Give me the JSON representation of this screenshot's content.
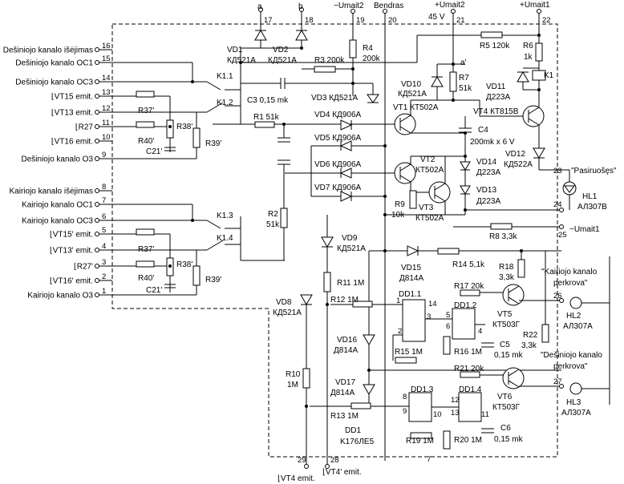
{
  "top_terminals": {
    "a": "a",
    "b": "b",
    "umait2_neg": "−Umait2",
    "bendras": "Bendras",
    "umait2_pos": "+Umait2",
    "umait1_pos": "+Umait1",
    "v45": "45 V",
    "n17": "17",
    "n18": "18",
    "n19": "19",
    "n20": "20",
    "n21": "21",
    "n22": "22"
  },
  "left_terminals": [
    {
      "num": "16",
      "label": "Dešiniojo kanalo išėjimas"
    },
    {
      "num": "15",
      "label": "Dešiniojo kanalo OC1"
    },
    {
      "num": "14",
      "label": "Dešiniojo kanalo OC3"
    },
    {
      "num": "13",
      "label": "⌊VT15 emit."
    },
    {
      "num": "12",
      "label": "⌊VT13 emit."
    },
    {
      "num": "11",
      "label": "⌊R27"
    },
    {
      "num": "10",
      "label": "⌊VT16 emit."
    },
    {
      "num": "9",
      "label": "Dešiniojo kanalo O3"
    },
    {
      "num": "8",
      "label": "Kairiojo kanalo išėjimas"
    },
    {
      "num": "7",
      "label": "Kairiojo kanalo OC1"
    },
    {
      "num": "6",
      "label": "Kairiojo kanalo OC3"
    },
    {
      "num": "5",
      "label": "⌊VT15' emit."
    },
    {
      "num": "4",
      "label": "⌊VT13' emit."
    },
    {
      "num": "3",
      "label": "⌊R27'"
    },
    {
      "num": "2",
      "label": "⌊VT16' emit."
    },
    {
      "num": "1",
      "label": "Kairiojo kanalo O3"
    }
  ],
  "components": {
    "vd1": "VD1",
    "vd1t": "КД521А",
    "vd2": "VD2",
    "vd2t": "КД521А",
    "r3": "R3 200k",
    "r4": "R4",
    "r4v": "200k",
    "r5": "R5 120k",
    "r6": "R6",
    "r6v": "1k",
    "a_prime": "a'",
    "k1": "K1",
    "k11": "K1.1",
    "k12": "K1.2",
    "k13": "K1.3",
    "k14": "K1.4",
    "c3": "C3 0,15 mk",
    "vd3": "VD3 КД521А",
    "r1": "R1 51k",
    "vd4": "VD4 КД906А",
    "vd5": "VD5 КД906А",
    "vd6": "VD6 КД906А",
    "vd7": "VD7 КД906А",
    "vd10": "VD10",
    "vd10t": "КД521А",
    "r7": "R7",
    "r7v": "51k",
    "vd11": "VD11",
    "vd11t": "Д223А",
    "vt1": "VT1 КТ502А",
    "vt4": "VT4 КТ815В",
    "c4": "C4",
    "c4v": "200mk x 6 V",
    "vt2": "VT2",
    "vt2t": "КТ502А",
    "vd12": "VD12",
    "vd12t": "КД522А",
    "vd14": "VD14",
    "vd14t": "Д223А",
    "vd13": "VD13",
    "vd13t": "Д223А",
    "r9": "R9",
    "r9v": "10k",
    "vt3": "VT3",
    "vt3t": "КТ502А",
    "r8": "R8 3,3k",
    "pasiruoses": "\"Pasiruošęs\"",
    "hl1": "HL1",
    "hl1t": "АЛ307В",
    "r37": "R37'",
    "r38": "R38'",
    "r39": "R39'",
    "r40": "R40'",
    "c21": "C21'",
    "r2": "R2",
    "r2v": "51k",
    "vd9": "VD9",
    "vd9t": "КД521А",
    "vd15": "VD15",
    "vd15t": "Д814А",
    "r14": "R14 5,1k",
    "r18": "R18",
    "r18v": "3,3k",
    "kairiojo_perkrova_1": "\"Kairiojo kanalo",
    "kairiojo_perkrova_2": "perkrova\"",
    "r11": "R11 1M",
    "r12": "R12 1M",
    "r17": "R17 20k",
    "dd11": "DD1.1",
    "dd12": "DD1.2",
    "dd13": "DD1.3",
    "dd14": "DD1.4",
    "vd8": "VD8",
    "vd8t": "КД521А",
    "vt5": "VT5",
    "vt5t": "КТ503Г",
    "hl2": "HL2",
    "hl2t": "АЛ307А",
    "vd16": "VD16",
    "vd16t": "Д814А",
    "r15": "R15 1M",
    "r16": "R16 1M",
    "c5": "C5",
    "c5v": "0,15 mk",
    "r22": "R22",
    "r22v": "3,3k",
    "desiniojo_perkrova_1": "\"Dešiniojo kanalo",
    "desiniojo_perkrova_2": "perkrova\"",
    "r10": "R10",
    "r10v": "1M",
    "vd17": "VD17",
    "vd17t": "Д814А",
    "r21": "R21 20k",
    "vt6": "VT6",
    "vt6t": "КТ503Г",
    "hl3": "HL3",
    "hl3t": "АЛ307А",
    "r13": "R13 1M",
    "r19": "R19 1M",
    "r20": "R20 1M",
    "c6": "C6",
    "c6v": "0,15 mk",
    "dd1": "DD1",
    "dd1t": "K176ЛЕ5",
    "umait1_neg": "−Umait1",
    "vt4_emit": "⌊VT4 emit.",
    "vt4p_emit": "⌊VT4' emit."
  },
  "pins": {
    "p23": "23",
    "p24": "24",
    "p25": "25",
    "p26": "26",
    "p27": "27",
    "p28": "28",
    "p29": "29",
    "g1": "1",
    "g2": "2",
    "g3": "3",
    "g14": "14",
    "g5": "5",
    "g6": "6",
    "g4": "4",
    "g8": "8",
    "g9": "9",
    "g10": "10",
    "g12": "12",
    "g13": "13",
    "g11": "11",
    "g7": "7"
  }
}
